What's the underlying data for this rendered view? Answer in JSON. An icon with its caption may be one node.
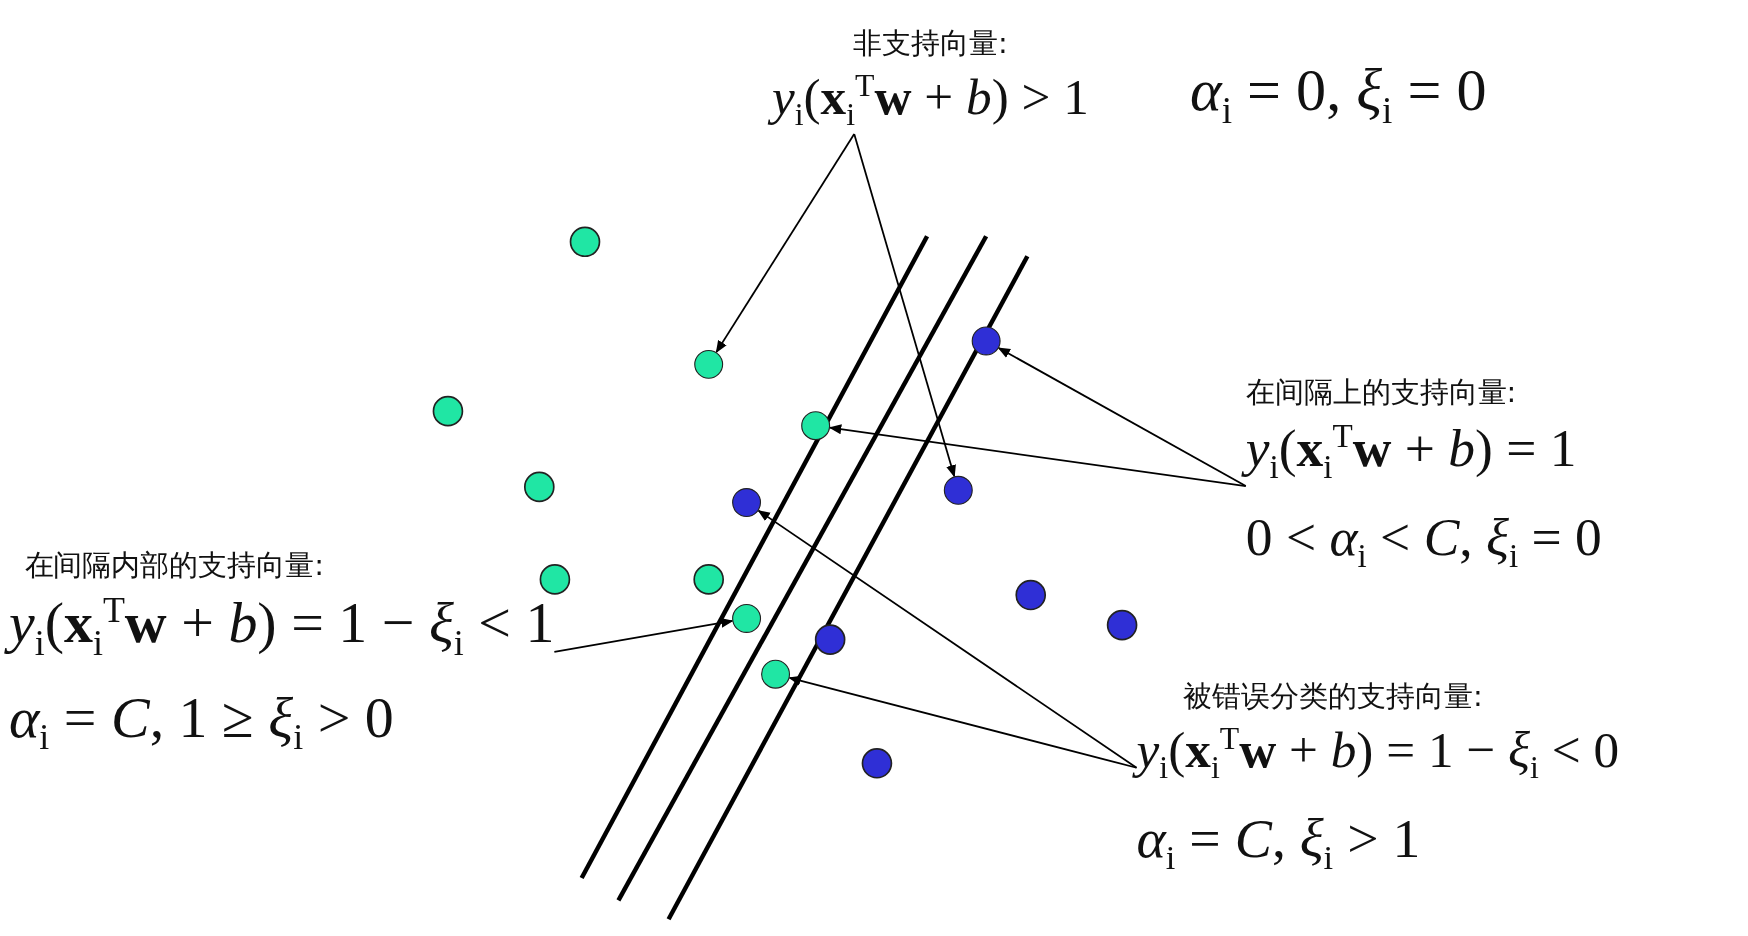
{
  "diagram": {
    "nodes": [
      {
        "text": [
          "非支持向量:",
          "*y*$_{i}$(**x**$_{i}$$^{T}$**w** + *b*) > 1"
        ],
        "beside": [
          "*α*$_{i}$ = 0, *ξ*$_{i}$ = 0"
        ]
      },
      {
        "text": [
          "在间隔上的支持向量:",
          "*y*$_{i}$(**x**$_{i}$$^{T}$**w** + *b*) = 1",
          "0 < *α*$_{i}$ < *C*, *ξ*$_{i}$ = 0"
        ]
      },
      {
        "text": [
          "在间隔内部的支持向量:",
          "*y*$_{i}$(**x**$_{i}$$^{T}$**w** + *b*) = 1 − *ξ*$_{i}$ < 1",
          "*α*$_{i}$ = *C*, 1 ≥ *ξ*$_{i}$ > 0"
        ]
      },
      {
        "text": [
          "被错误分类的支持向量:",
          "*y*$_{i}$(**x**$_{i}$$^{T}$**w** + *b*) = 1 − *ξ*$_{i}$ < 0",
          "*α*$_{i}$ = *C*, *ξ*$_{i}$ > 1"
        ]
      },
      {
        "text": [],
        "shape": "circle"
      },
      {
        "text": [],
        "shape": "circle"
      },
      {
        "text": [],
        "shape": "circle"
      },
      {
        "text": [],
        "shape": "circle"
      },
      {
        "text": [],
        "shape": "circle"
      },
      {
        "text": [],
        "shape": "circle"
      },
      {
        "text": [],
        "shape": "circle"
      }
    ],
    "edges": [
      {
        "from": 0,
        "to": 4,
        "arrow": "to"
      },
      {
        "from": 0,
        "to": 5,
        "arrow": "to"
      },
      {
        "from": 1,
        "to": 6,
        "arrow": "to"
      },
      {
        "from": 1,
        "to": 7,
        "arrow": "to"
      },
      {
        "from": 2,
        "to": 8,
        "arrow": "to"
      },
      {
        "from": 3,
        "to": 9,
        "arrow": "to"
      },
      {
        "from": 3,
        "to": 10,
        "arrow": "to"
      }
    ]
  }
}
